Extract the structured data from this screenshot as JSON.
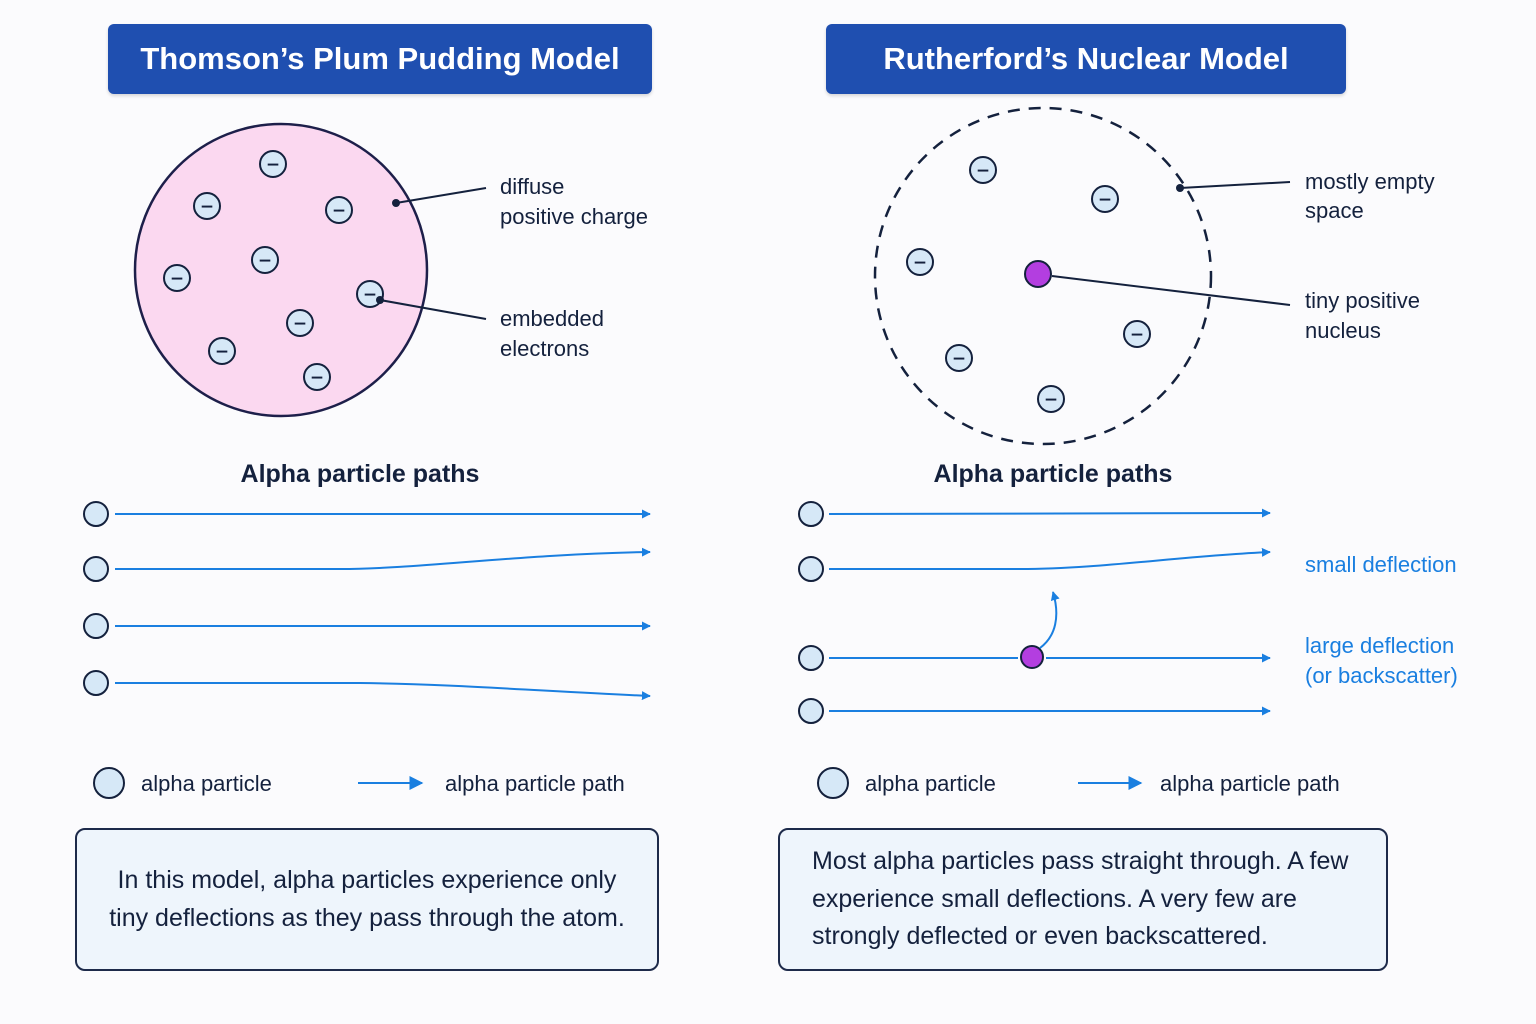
{
  "thomson": {
    "title": "Thomson’s Plum Pudding Model",
    "label_diffuse_line1": "diffuse",
    "label_diffuse_line2": "positive charge",
    "label_embedded_line1": "embedded",
    "label_embedded_line2": "electrons",
    "electron_symbol": "−",
    "paths_heading": "Alpha particle paths",
    "legend_particle": "alpha particle",
    "legend_path": "alpha particle path",
    "note": "In this model, alpha particles experience only tiny deflections as they pass through the atom."
  },
  "rutherford": {
    "title": "Rutherford’s Nuclear Model",
    "label_empty_line1": "mostly empty",
    "label_empty_line2": "space",
    "label_nucleus_line1": "tiny positive",
    "label_nucleus_line2": "nucleus",
    "paths_heading": "Alpha particle paths",
    "label_small_deflection": "small deflection",
    "label_large_line1": "large deflection",
    "label_large_line2": "(or backscatter)",
    "legend_particle": "alpha particle",
    "legend_path": "alpha particle path",
    "note": "Most alpha particles pass straight through. A few experience small deflections. A very few are strongly deflected or even backscattered."
  },
  "colors": {
    "banner": "#1f4fb0",
    "pudding_fill": "#fbd8f0",
    "electron_fill": "#d6e8f7",
    "nucleus_fill": "#b33ee0",
    "path_blue": "#1a7fe0",
    "note_bg": "#eef5fc"
  }
}
